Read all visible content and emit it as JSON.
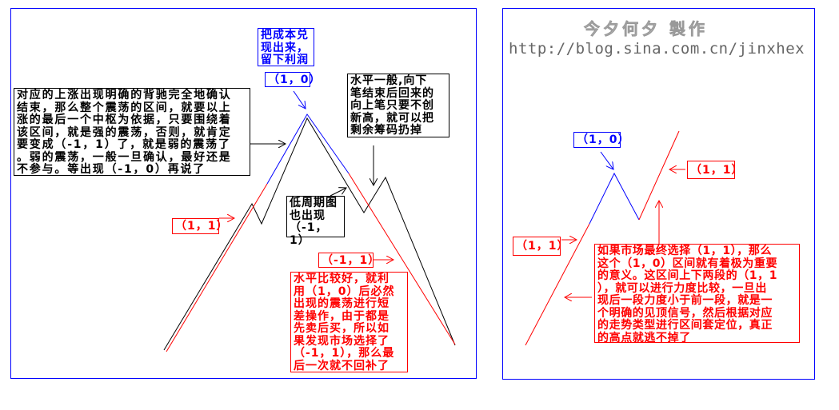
{
  "colors": {
    "frame": "#0000ff",
    "up_trend": "#ff0000",
    "consolidation": "#0000ff",
    "lower_level": "#000000"
  },
  "left_panel": {
    "note_main": "对应的上涨出现明确的背驰完全地确认\n结束，那么整个震荡的区间，就要以上\n涨的最后一个中枢为依据，只要围绕着\n该区间，就是强的震荡，否则，就肯定\n要变成（-1，1）了，就是弱的震荡了\n。弱的震荡，一般一旦确认，最好还是\n不参与。等出现（-1，0）再说了",
    "note_profit": "把成本兑\n现出来，\n留下利润",
    "label_top": "（1，0）",
    "note_average": "水平一般,向下\n笔结束后回来的\n向上笔只要不创\n新高，就可以把\n剩余筹码扔掉",
    "note_lower_cycle": "低周期图\n也出现\n（-1，1）",
    "label_up": "（1，1）",
    "label_down": "（-1，1）",
    "note_good": "水平比较好，就利\n用（1，0）后必然\n出现的震荡进行短\n差操作，由于都是\n先卖后买，所以如\n果发现市场选择了\n（-1，1），那么最\n后一次就不回补了"
  },
  "right_panel": {
    "watermark": "今夕何夕  製作",
    "url": "http://blog.sina.com.cn/jinxhex",
    "label_top": "（1，0）",
    "label_up_right": "（1，1）",
    "label_up_left": "（1，1）",
    "note": "如果市场最终选择（1，1），那么\n这个（1，0）区间就有着极为重要\n的意义。这区间上下两段的（1，1\n），就可以进行力度比较，一旦出\n现后一段力度小于前一段，就是一\n个明确的见顶信号，然后根据对应\n的走势类型进行区间套定位，真正\n的高点就逃不掉了"
  }
}
